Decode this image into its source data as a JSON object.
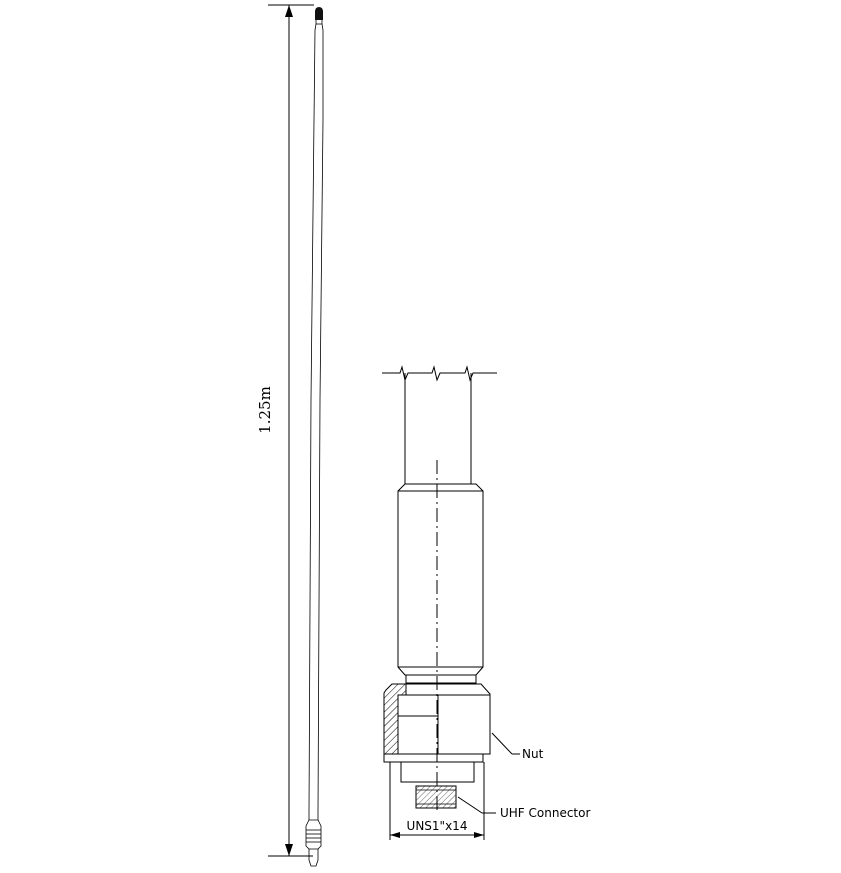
{
  "dimension": {
    "height_label": "1.25m",
    "thread_label": "UNS1\"x14"
  },
  "callouts": {
    "nut_label": "Nut",
    "connector_label": "UHF Connector"
  },
  "colors": {
    "line": "#000000",
    "tip": "#111111",
    "background": "#ffffff"
  }
}
